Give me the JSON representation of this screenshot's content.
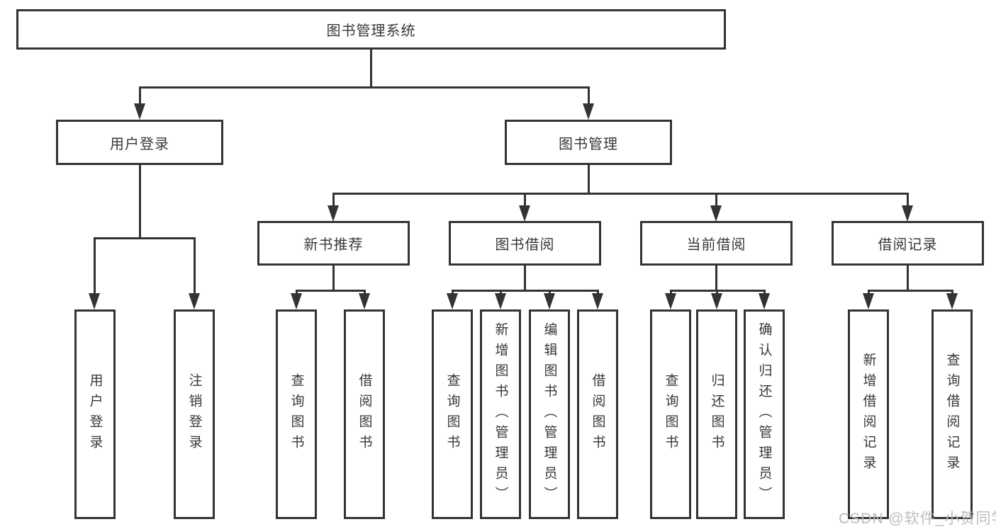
{
  "diagram": {
    "root": {
      "label": "图书管理系统"
    },
    "level2": [
      {
        "label": "用户登录"
      },
      {
        "label": "图书管理"
      }
    ],
    "level3": [
      {
        "label": "新书推荐"
      },
      {
        "label": "图书借阅"
      },
      {
        "label": "当前借阅"
      },
      {
        "label": "借阅记录"
      }
    ],
    "leaves": [
      {
        "label": "用户登录"
      },
      {
        "label": "注销登录"
      },
      {
        "label": "查询图书"
      },
      {
        "label": "借阅图书"
      },
      {
        "label": "查询图书"
      },
      {
        "label": "新增图书（管理员）"
      },
      {
        "label": "编辑图书（管理员）"
      },
      {
        "label": "借阅图书"
      },
      {
        "label": "查询图书"
      },
      {
        "label": "归还图书"
      },
      {
        "label": "确认归还（管理员）"
      },
      {
        "label": "新增借阅记录"
      },
      {
        "label": "查询借阅记录"
      }
    ],
    "watermark": "CSDN @软件_小贺同学",
    "colors": {
      "line": "#333333",
      "text": "#383838",
      "background": "#ffffff",
      "watermark": "#bcbcbc"
    }
  }
}
